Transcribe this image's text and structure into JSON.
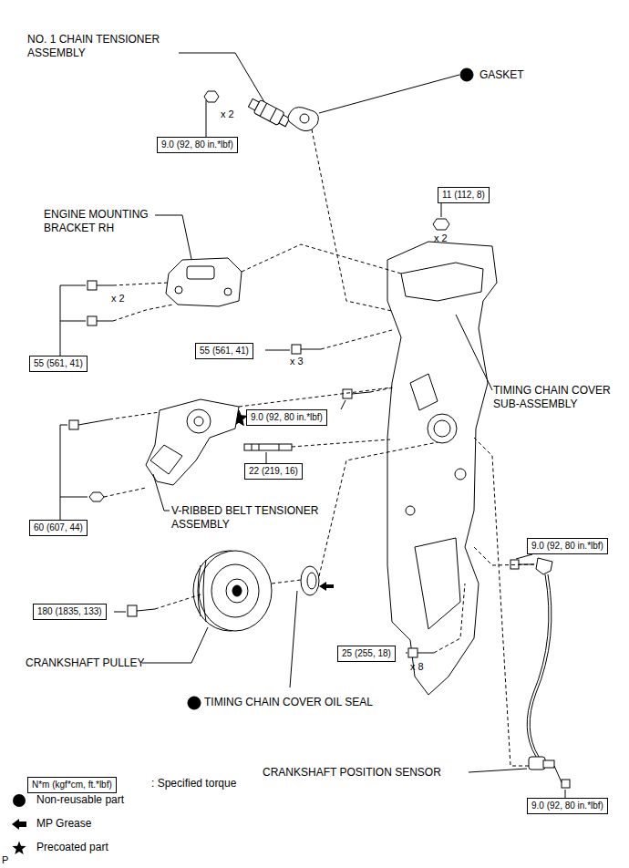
{
  "diagram": {
    "nodes": [
      {
        "text": [
          "9.0 (92, 80 in.*lbf)"
        ]
      },
      {
        "text": [
          "11 (112, 8)"
        ]
      },
      {
        "text": [
          "55 (561, 41)"
        ]
      },
      {
        "text": [
          "55 (561, 41)"
        ]
      },
      {
        "text": [
          "9.0 (92, 80 in.*lbf)"
        ]
      },
      {
        "text": [
          "22 (219, 16)"
        ]
      },
      {
        "text": [
          "60 (607, 44)"
        ]
      },
      {
        "text": [
          "9.0 (92, 80 in.*lbf)"
        ]
      },
      {
        "text": [
          "180 (1835, 133)"
        ]
      },
      {
        "text": [
          "25 (255, 18)"
        ]
      },
      {
        "text": [
          "9.0 (92, 80 in.*lbf)"
        ]
      },
      {
        "text": [
          "N*m (kgf*cm, ft.*lbf)"
        ]
      }
    ],
    "labels": [
      "NO. 1 CHAIN TENSIONER ASSEMBLY",
      "x 2",
      "GASKET",
      "x 2",
      "ENGINE MOUNTING BRACKET RH",
      "x 2",
      "x 3",
      "TIMING CHAIN COVER SUB-ASSEMBLY",
      "V-RIBBED BELT TENSIONER ASSEMBLY",
      "CRANKSHAFT PULLEY",
      "TIMING CHAIN COVER OIL SEAL",
      "x 8",
      "CRANKSHAFT POSITION SENSOR",
      "P"
    ],
    "legend": [
      {
        "text": ": Specified torque"
      },
      {
        "text": "Non-reusable part"
      },
      {
        "text": "MP Grease"
      },
      {
        "text": "Precoated part"
      }
    ]
  }
}
